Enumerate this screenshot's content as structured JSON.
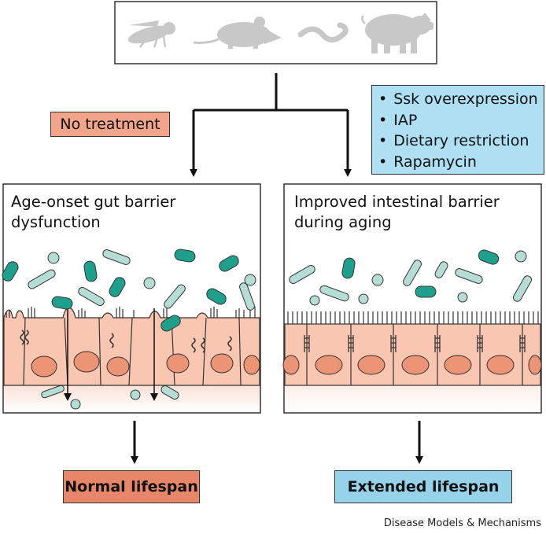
{
  "branches": {
    "left_label": "No treatment",
    "right_treatments": [
      "Ssk overexpression",
      "IAP",
      "Dietary restriction",
      "Rapamycin"
    ]
  },
  "panels": {
    "left_title": "Age-onset gut barrier dysfunction",
    "right_title": "Improved intestinal barrier during aging"
  },
  "outcomes": {
    "left": "Normal lifespan",
    "right": "Extended lifespan"
  },
  "credit": "Disease Models & Mechanisms",
  "colors": {
    "epithelium": "#f8c6b1",
    "nucleus": "#ec9576",
    "bacteria_dark": "#1fa08c",
    "bacteria_light": "#b5ddd6",
    "animal_gray": "#c8c8c8",
    "no_treatment_bg": "#f2a58a",
    "treatment_bg": "#aedff3",
    "normal_lifespan_bg": "#e8866a",
    "extended_lifespan_bg": "#96d2ea"
  }
}
